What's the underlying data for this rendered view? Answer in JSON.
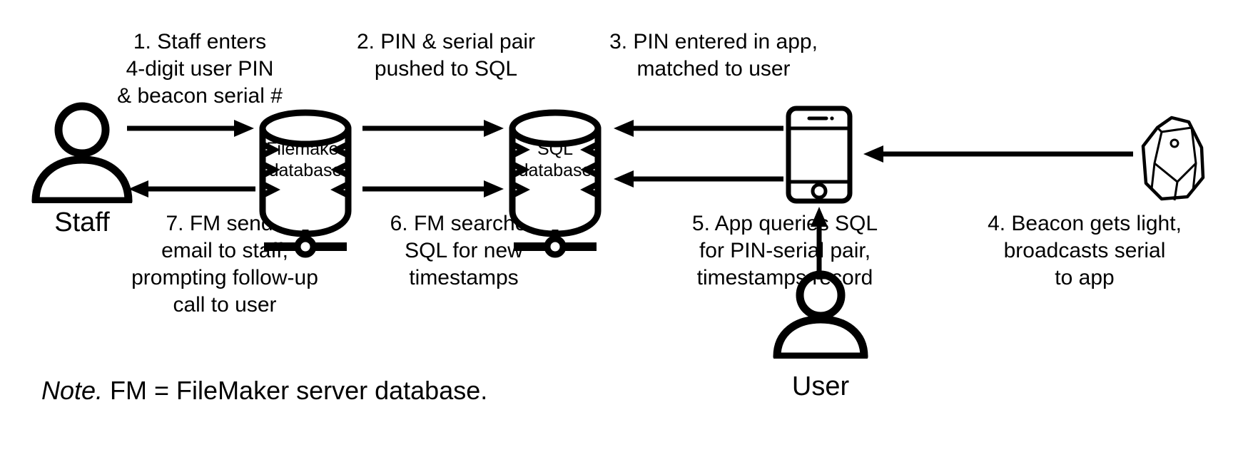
{
  "diagram": {
    "title": "",
    "background_color": "#ffffff",
    "stroke_color": "#000000",
    "nodes": [
      {
        "id": "staff",
        "icon": "person-icon",
        "label": "Staff"
      },
      {
        "id": "filemaker",
        "icon": "database-icon",
        "label": "Filemaker\ndatabase"
      },
      {
        "id": "sql",
        "icon": "database-icon",
        "label": "SQL\ndatabase"
      },
      {
        "id": "phone",
        "icon": "smartphone-icon",
        "label": ""
      },
      {
        "id": "beacon",
        "icon": "beacon-crystal-icon",
        "label": ""
      },
      {
        "id": "user",
        "icon": "person-icon",
        "label": "User"
      }
    ],
    "steps": [
      {
        "number": "1",
        "text": "1. Staff enters\n4-digit user PIN\n& beacon serial #"
      },
      {
        "number": "2",
        "text": "2. PIN & serial pair\npushed to SQL"
      },
      {
        "number": "3",
        "text": "3. PIN entered in app,\nmatched to user"
      },
      {
        "number": "4",
        "text": "4. Beacon gets light,\nbroadcasts serial\nto app"
      },
      {
        "number": "5",
        "text": "5. App queries SQL\nfor PIN-serial pair,\ntimestamps record"
      },
      {
        "number": "6",
        "text": "6. FM searches\nSQL for new\ntimestamps"
      },
      {
        "number": "7",
        "text": "7. FM sends\nemail to staff,\nprompting follow-up\ncall to user"
      }
    ],
    "note": {
      "emphasis": "Note.",
      "text": " FM = FileMaker server database."
    },
    "arrows": [
      {
        "id": "staff-to-fm",
        "direction": "right"
      },
      {
        "id": "fm-to-staff",
        "direction": "left"
      },
      {
        "id": "fm-to-sql",
        "direction": "right"
      },
      {
        "id": "fm-to-sql-2",
        "direction": "right"
      },
      {
        "id": "phone-to-sql",
        "direction": "left"
      },
      {
        "id": "phone-to-sql-2",
        "direction": "left"
      },
      {
        "id": "beacon-to-phone",
        "direction": "left"
      },
      {
        "id": "user-to-phone",
        "direction": "up"
      }
    ]
  }
}
